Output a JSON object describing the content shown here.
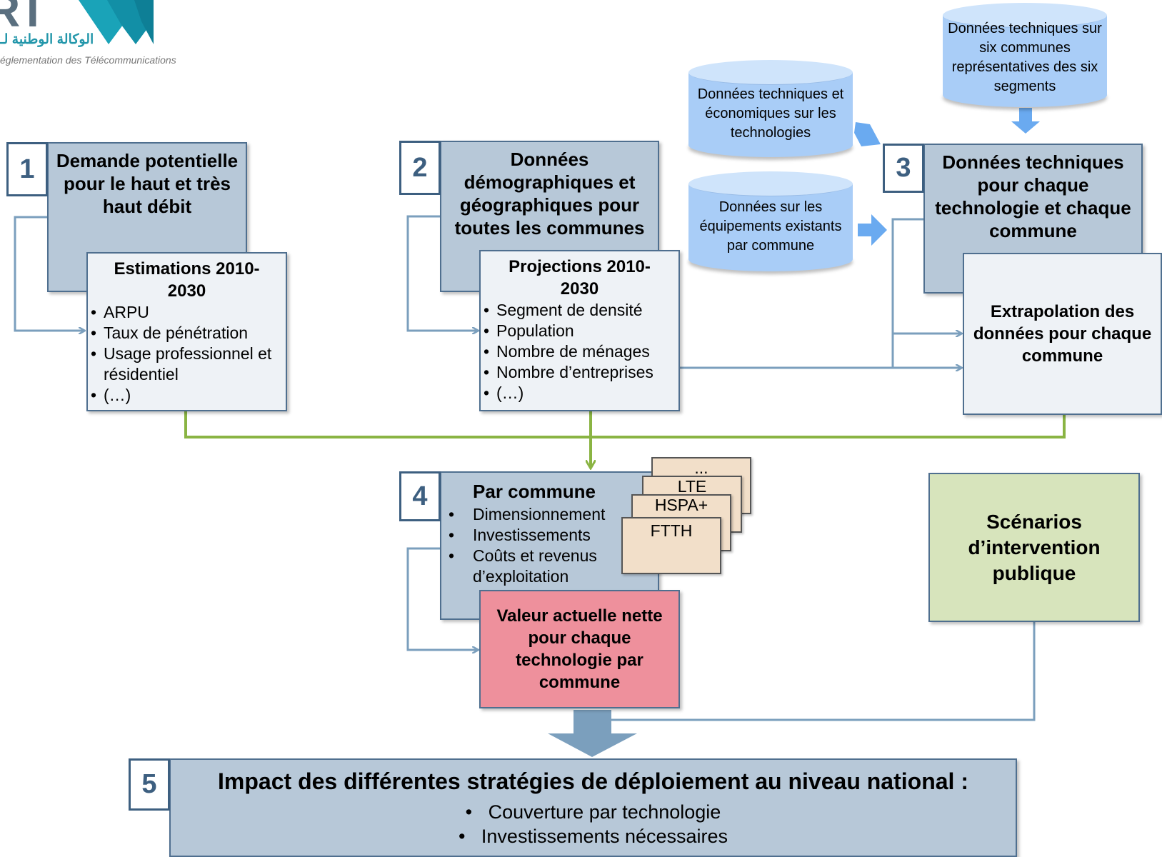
{
  "logo": {
    "letters": "RT",
    "arabic": "الوكالة الوطنية لـ",
    "subtitle": "églementation des Télécommunications"
  },
  "box1": {
    "number": "1",
    "title": "Demande potentielle pour le haut et très haut débit",
    "sub_title": "Estimations 2010-2030",
    "bullets": [
      "ARPU",
      "Taux de pénétration",
      "Usage professionnel et résidentiel",
      "(…)"
    ]
  },
  "box2": {
    "number": "2",
    "title": "Données démographiques et géographiques pour toutes les communes",
    "sub_title": "Projections 2010-2030",
    "bullets": [
      "Segment de densité",
      "Population",
      "Nombre de ménages",
      "Nombre d’entreprises",
      "(…)"
    ]
  },
  "box3": {
    "number": "3",
    "title": "Données techniques pour chaque technologie et chaque commune",
    "sub_title": "Extrapolation des données pour chaque commune"
  },
  "databases": {
    "db_tech_eco": "Données techniques et économiques sur les technologies",
    "db_equip": "Données sur les équipements existants par commune",
    "db_six": "Données techniques sur six communes représentatives des six segments"
  },
  "box4": {
    "number": "4",
    "title": "Par commune",
    "bullets": [
      "Dimensionnement",
      "Investissements",
      "Coûts et revenus d’exploitation"
    ],
    "tech_cards": [
      "...",
      "LTE",
      "HSPA+",
      "FTTH"
    ],
    "result": "Valeur actuelle nette pour chaque technologie par commune"
  },
  "scenarios": {
    "title": "Scénarios d’intervention publique"
  },
  "box5": {
    "number": "5",
    "title": "Impact des différentes stratégies de déploiement au niveau national :",
    "bullets": [
      "Couverture par technologie",
      "Investissements nécessaires"
    ]
  },
  "colors": {
    "header_fill": "#b7c8d8",
    "border": "#4f6f8f",
    "green_flow": "#8ab443",
    "arrow_blue": "#7b9fbd",
    "db_blue": "#a9cdf7",
    "pink_result": "#ee909c",
    "green_box": "#d7e4bc",
    "tech_card": "#f2dfc9"
  }
}
